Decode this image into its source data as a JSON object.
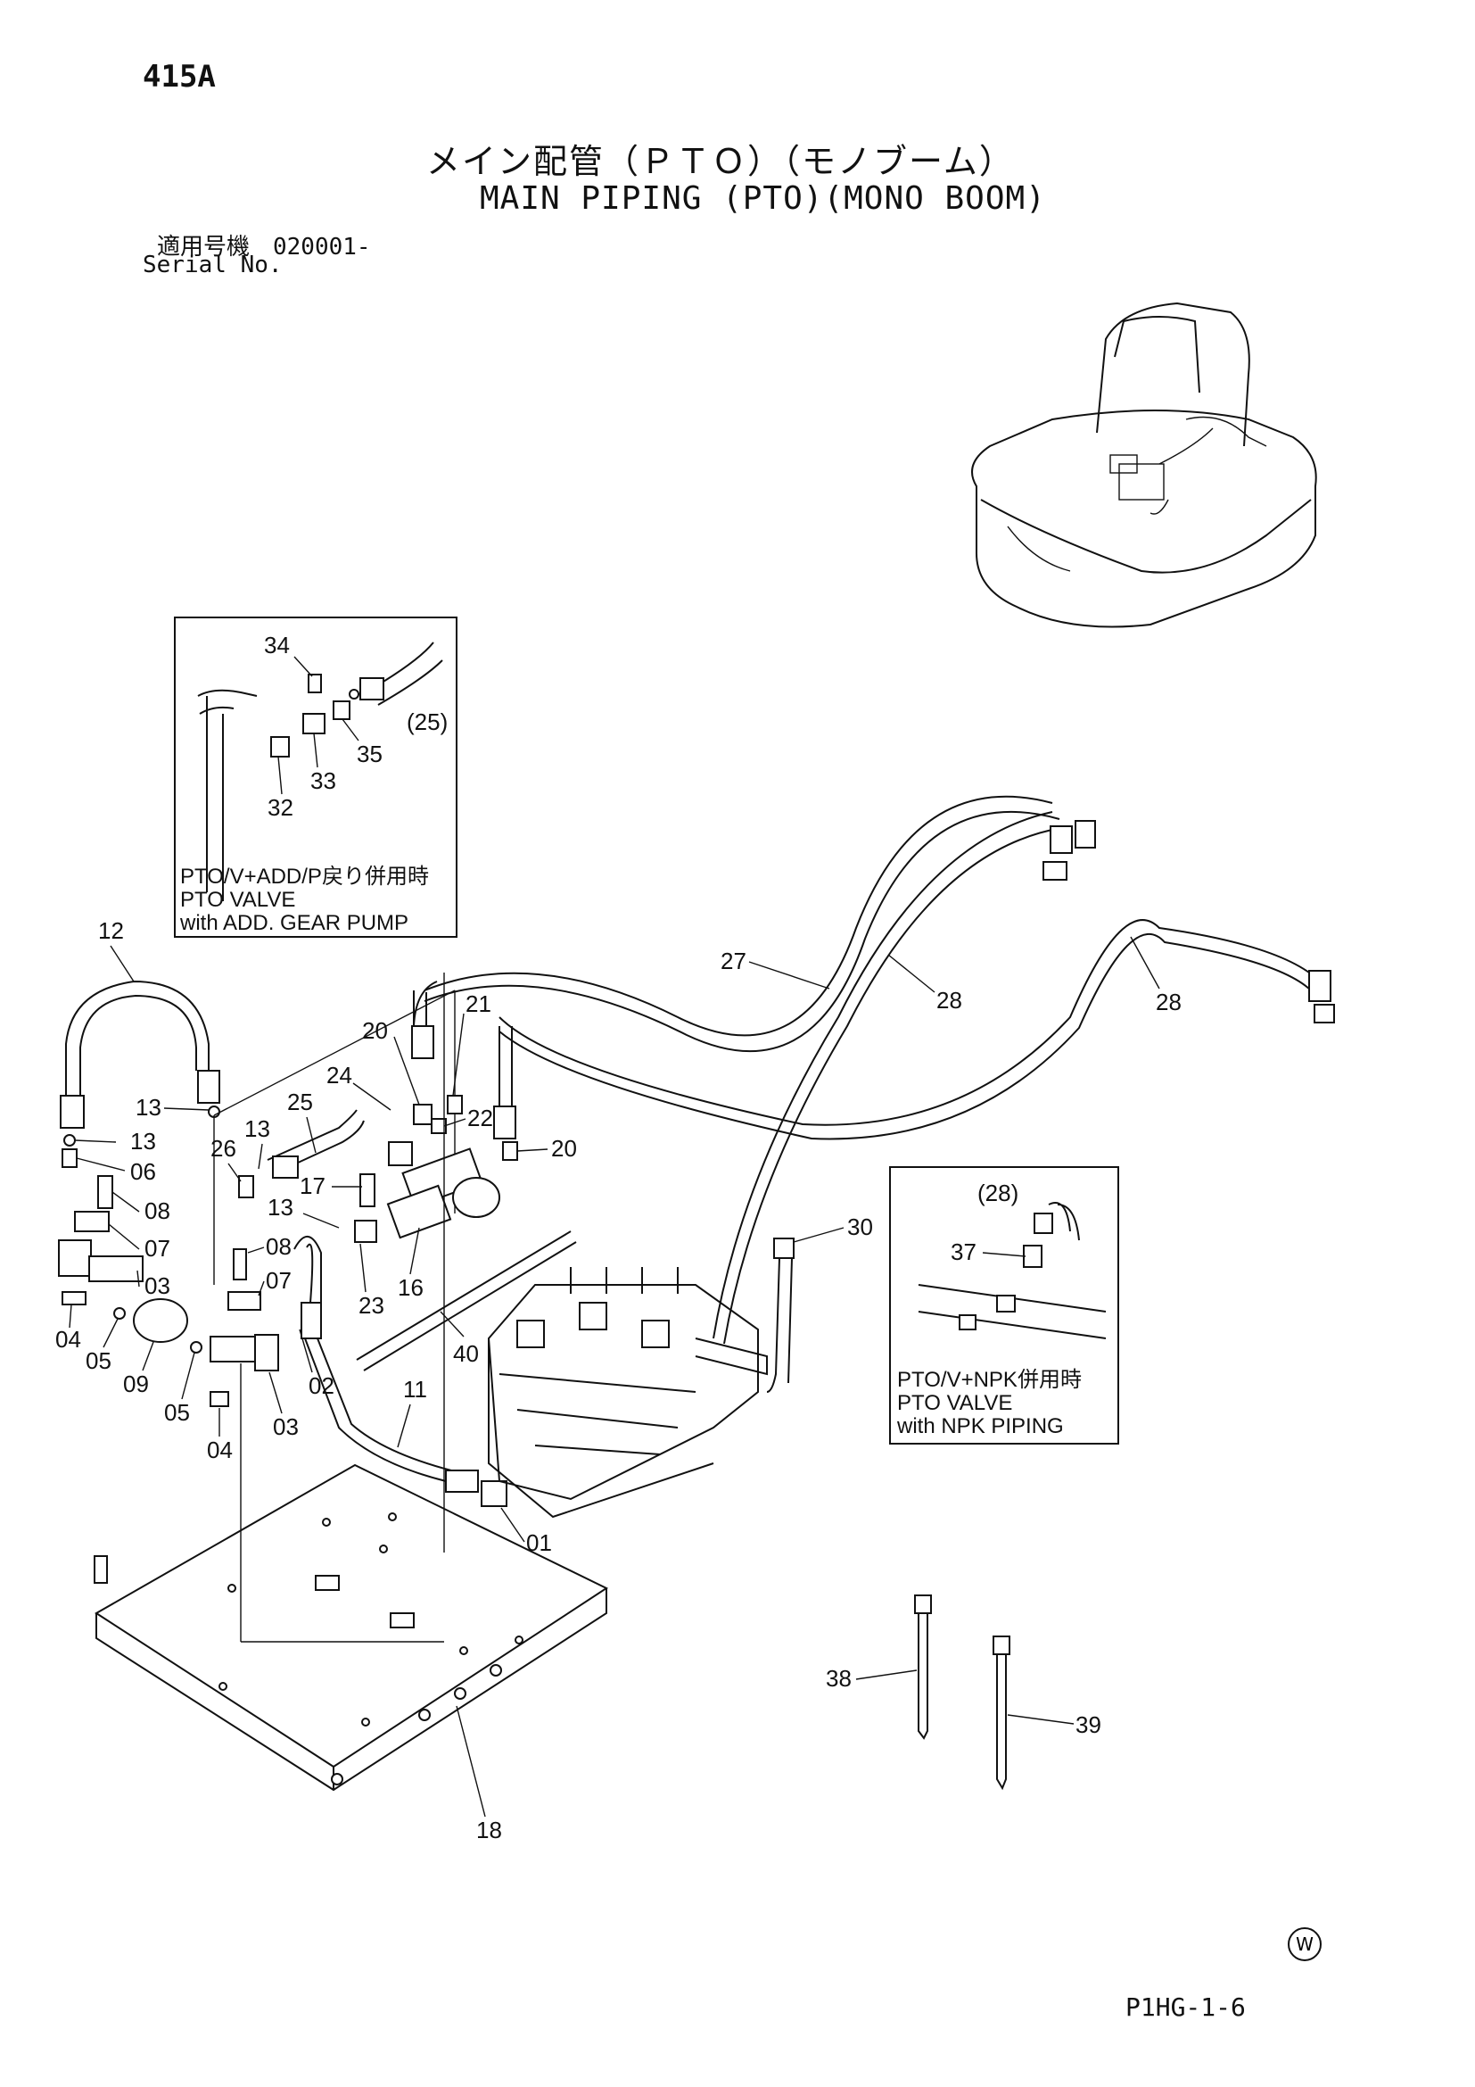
{
  "header": {
    "page_number": "415A",
    "title_jp": "メイン配管（ＰＴＯ）（モノブーム）",
    "title_en": "MAIN PIPING (PTO)(MONO BOOM)",
    "serial_label_jp": "適用号機　020001-",
    "serial_label_en": "Serial No."
  },
  "inset_boxes": {
    "add_gear_pump": {
      "line1": "PTO/V+ADD/P戻り併用時",
      "line2": "PTO VALVE",
      "line3": "with ADD. GEAR PUMP"
    },
    "npk_piping": {
      "line1": "PTO/V+NPK併用時",
      "line2": "PTO VALVE",
      "line3": "with NPK PIPING"
    }
  },
  "callouts": {
    "c34": "34",
    "c25b": "(25)",
    "c35": "35",
    "c33": "33",
    "c32": "32",
    "c12": "12",
    "c27": "27",
    "c28a": "28",
    "c28b": "28",
    "c13a": "13",
    "c13b": "13",
    "c13c": "13",
    "c13d": "13",
    "c06": "06",
    "c08a": "08",
    "c07a": "07",
    "c03a": "03",
    "c04a": "04",
    "c05a": "05",
    "c09": "09",
    "c05b": "05",
    "c04b": "04",
    "c03b": "03",
    "c08b": "08",
    "c07b": "07",
    "c02": "02",
    "c26": "26",
    "c25": "25",
    "c24": "24",
    "c20a": "20",
    "c21": "21",
    "c22": "22",
    "c20b": "20",
    "c17": "17",
    "c23": "23",
    "c16": "16",
    "c40": "40",
    "c11": "11",
    "c01": "01",
    "c18": "18",
    "c30": "30",
    "c28c": "(28)",
    "c37": "37",
    "c38": "38",
    "c39": "39"
  },
  "footer": {
    "page_code": "P1HG-1-6",
    "mark": "W"
  }
}
